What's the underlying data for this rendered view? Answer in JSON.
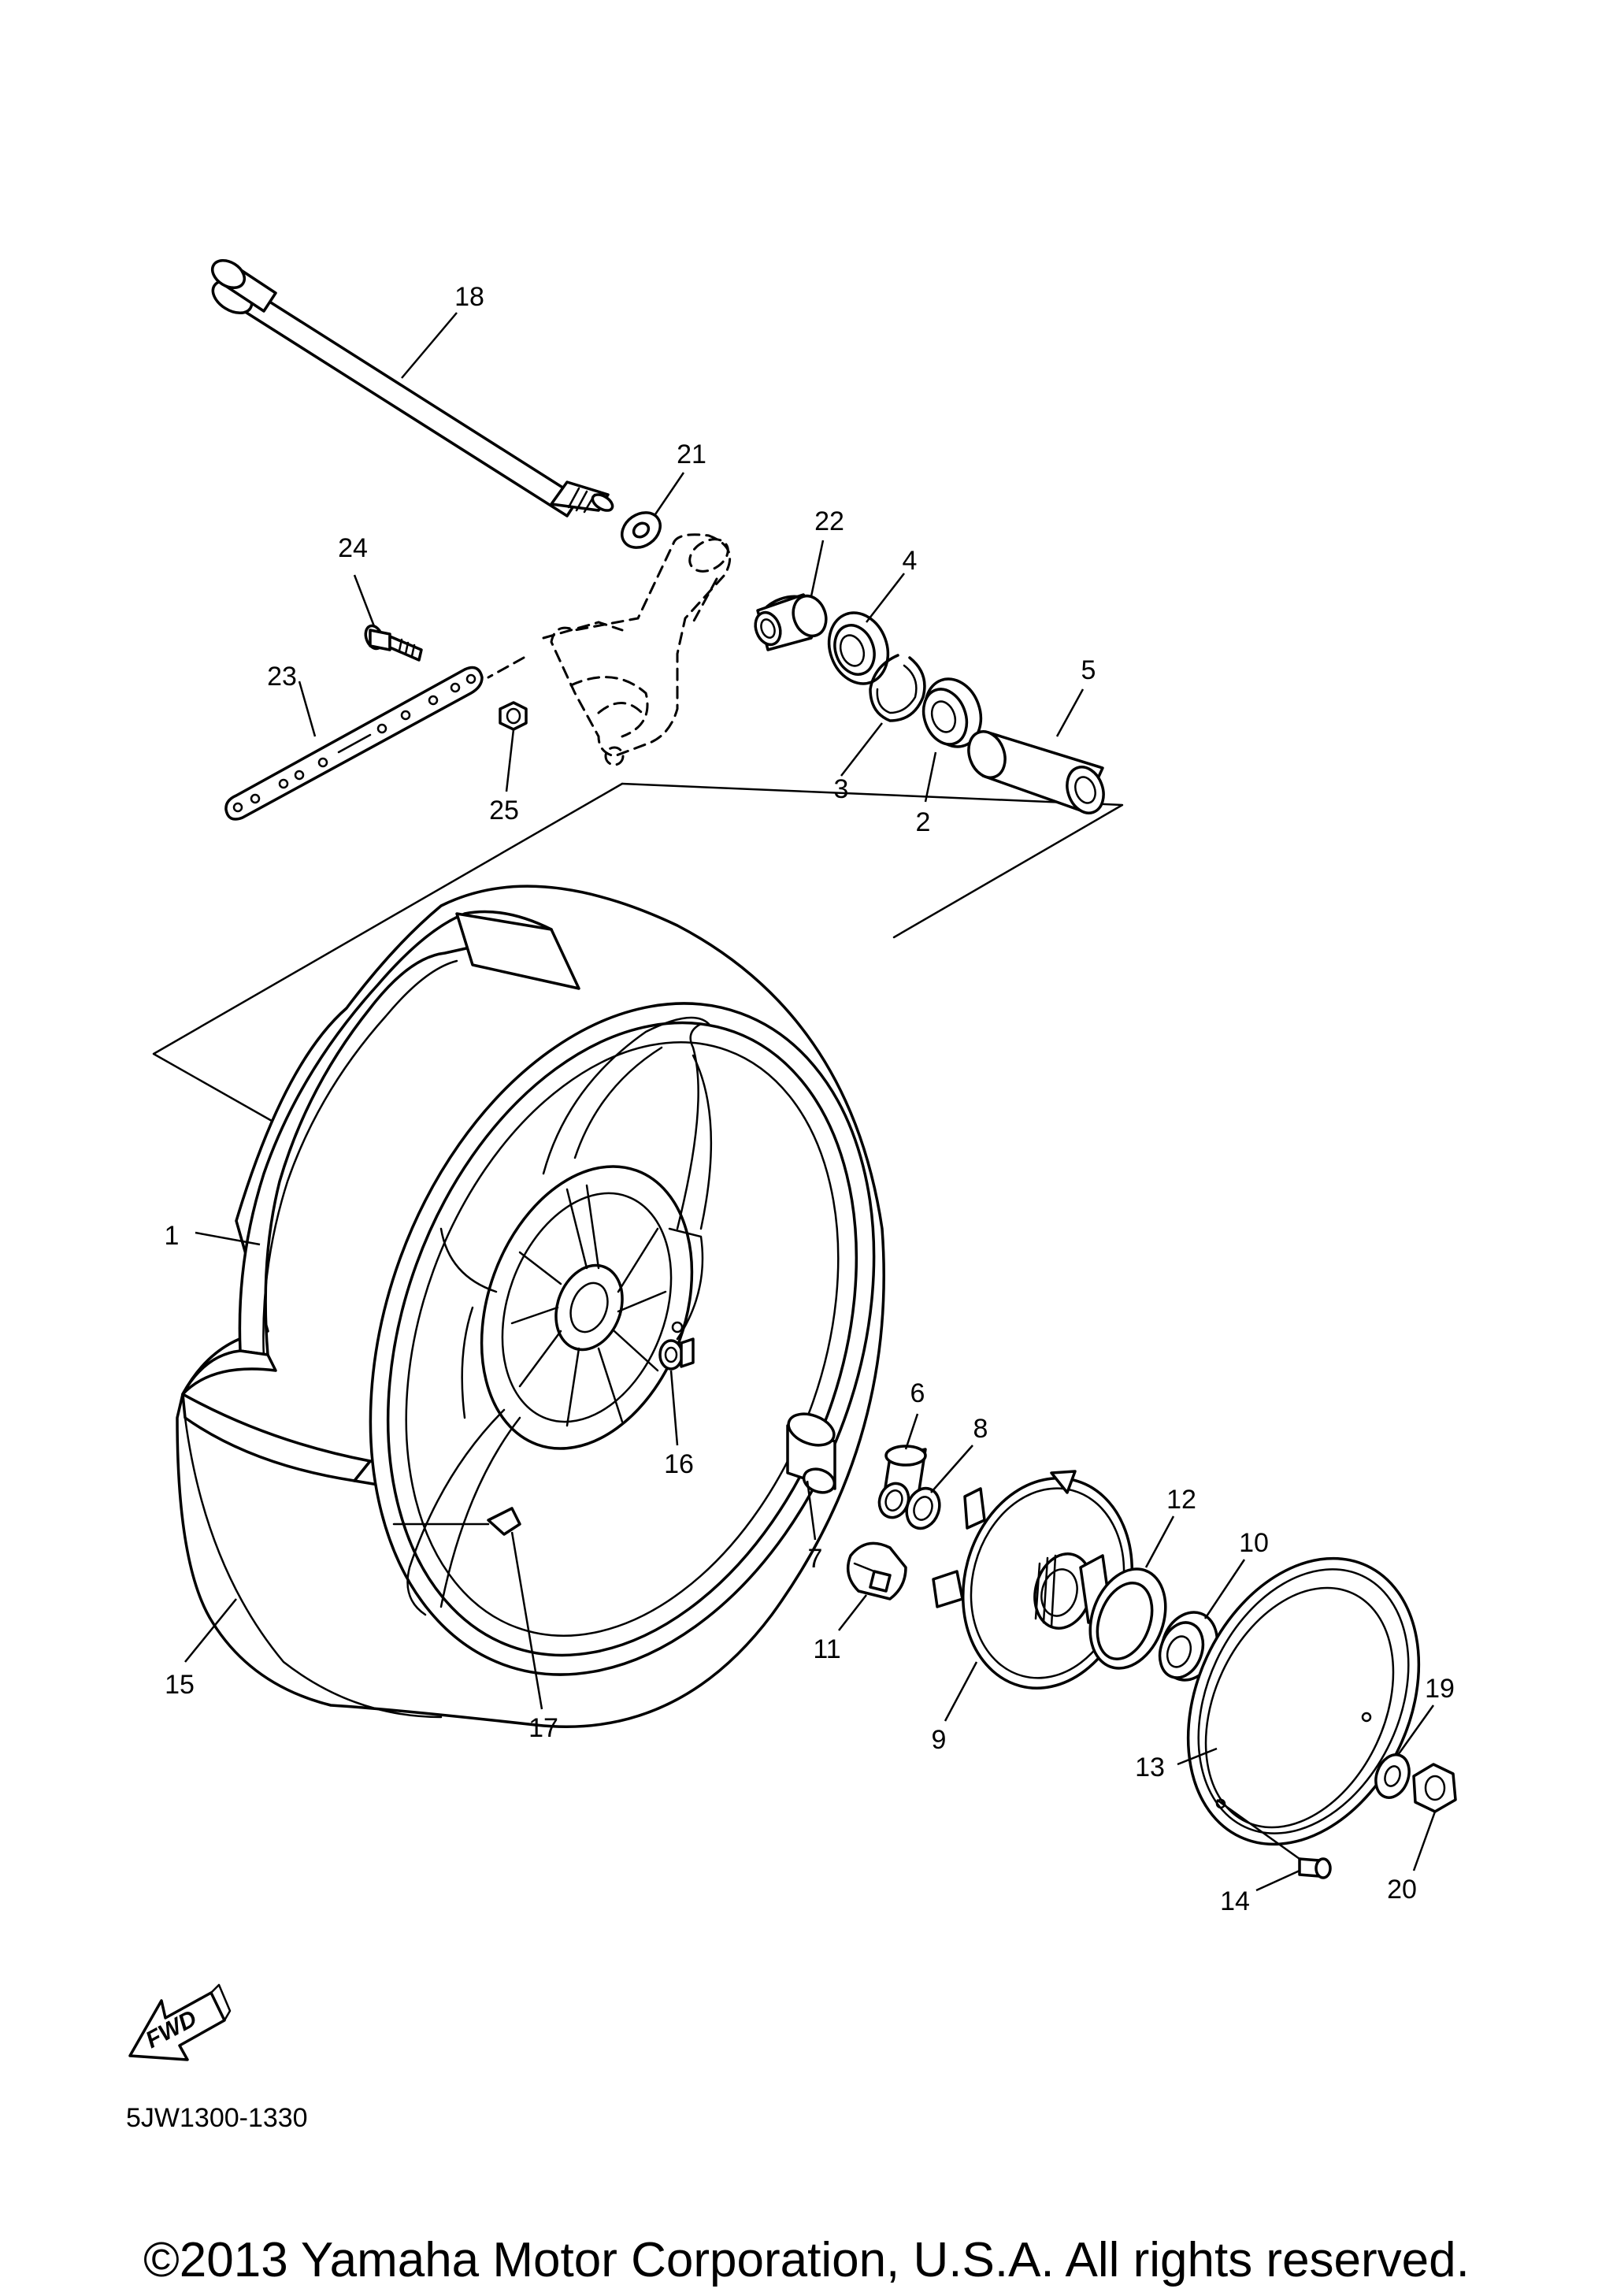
{
  "diagram": {
    "part_callouts": [
      {
        "label": "1"
      },
      {
        "label": "2"
      },
      {
        "label": "3"
      },
      {
        "label": "4"
      },
      {
        "label": "5"
      },
      {
        "label": "6"
      },
      {
        "label": "7"
      },
      {
        "label": "8"
      },
      {
        "label": "9"
      },
      {
        "label": "10"
      },
      {
        "label": "11"
      },
      {
        "label": "12"
      },
      {
        "label": "13"
      },
      {
        "label": "14"
      },
      {
        "label": "15"
      },
      {
        "label": "16"
      },
      {
        "label": "17"
      },
      {
        "label": "18"
      },
      {
        "label": "19"
      },
      {
        "label": "20"
      },
      {
        "label": "21"
      },
      {
        "label": "22"
      },
      {
        "label": "23"
      },
      {
        "label": "24"
      },
      {
        "label": "25"
      }
    ],
    "fwd_label": "FWD",
    "diagram_code": "5JW1300-1330",
    "copyright": "©2013 Yamaha Motor Corporation, U.S.A. All rights reserved."
  }
}
